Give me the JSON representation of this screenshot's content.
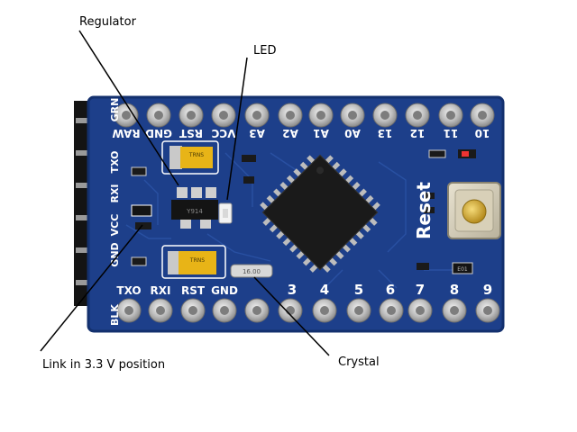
{
  "callouts": {
    "regulator": "Regulator",
    "led": "LED",
    "link": "Link in 3.3 V position",
    "crystal": "Crystal"
  },
  "board": {
    "top_pin_labels": [
      "RAW",
      "GND",
      "RST",
      "VCC",
      "A3",
      "A2",
      "A1",
      "A0",
      "13",
      "12",
      "11",
      "10"
    ],
    "bottom_pin_labels": [
      "TXO",
      "RXI",
      "RST",
      "GND",
      "3",
      "4",
      "5",
      "6",
      "7",
      "8",
      "9"
    ],
    "header_labels": [
      "GRN",
      "TXO",
      "RXI",
      "VCC",
      "GND",
      "BLK"
    ],
    "reset_label": "Reset",
    "regulator_marking": "Y914",
    "capacitor_marking": "TRNS",
    "crystal_marking": "16.00",
    "smd_marking": "E01",
    "board_color": "#1d3f8a",
    "chip_color": "#1a1a1a"
  }
}
